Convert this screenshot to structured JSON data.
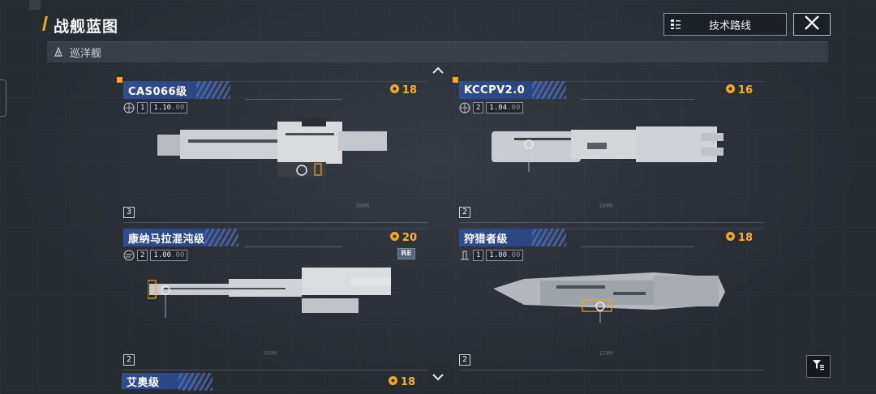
{
  "header": {
    "title": "战舰蓝图",
    "tech_button_label": "技术路线"
  },
  "subbar": {
    "category": "巡洋舰"
  },
  "ships": [
    {
      "name": "CAS066级",
      "cost": "18",
      "stat_level": "1",
      "stat_value": "1.10",
      "stat_suffix": ".00",
      "level": "3",
      "has_re": false,
      "selected": true,
      "ruler": "100M"
    },
    {
      "name": "KCCPV2.0",
      "cost": "16",
      "stat_level": "2",
      "stat_value": "1.04",
      "stat_suffix": ".00",
      "level": "2",
      "has_re": false,
      "selected": true,
      "ruler": "100M"
    },
    {
      "name": "康纳马拉混沌级",
      "cost": "20",
      "stat_level": "2",
      "stat_value": "1.00",
      "stat_suffix": ".00",
      "level": "2",
      "has_re": true,
      "re_label": "RE",
      "selected": false,
      "ruler": "300M"
    },
    {
      "name": "狩猎者级",
      "cost": "18",
      "stat_level": "1",
      "stat_value": "1.00",
      "stat_suffix": ".00",
      "level": "2",
      "has_re": false,
      "selected": false,
      "ruler": "120M"
    }
  ],
  "partial_ship": {
    "name": "艾奥级",
    "cost": "18"
  },
  "icons": {
    "close": "close-icon",
    "tech": "tech-tree-icon",
    "filter": "filter-icon",
    "scroll_up": "chevron-up-icon",
    "scroll_down": "chevron-down-icon",
    "cost": "resource-coin-icon"
  },
  "colors": {
    "accent": "#f5a623",
    "name_tag": "#2f4e8e",
    "cost": "#f5b233"
  }
}
